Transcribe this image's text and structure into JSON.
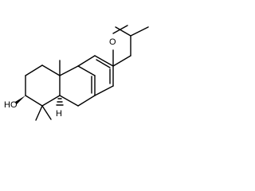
{
  "molecule": {
    "atom_labels": {
      "methoxy_oxygen": "O",
      "hydroxyl": "HO",
      "stereo_hydrogen": "H"
    },
    "colors": {
      "bond": "#000000",
      "background": "#ffffff"
    }
  }
}
